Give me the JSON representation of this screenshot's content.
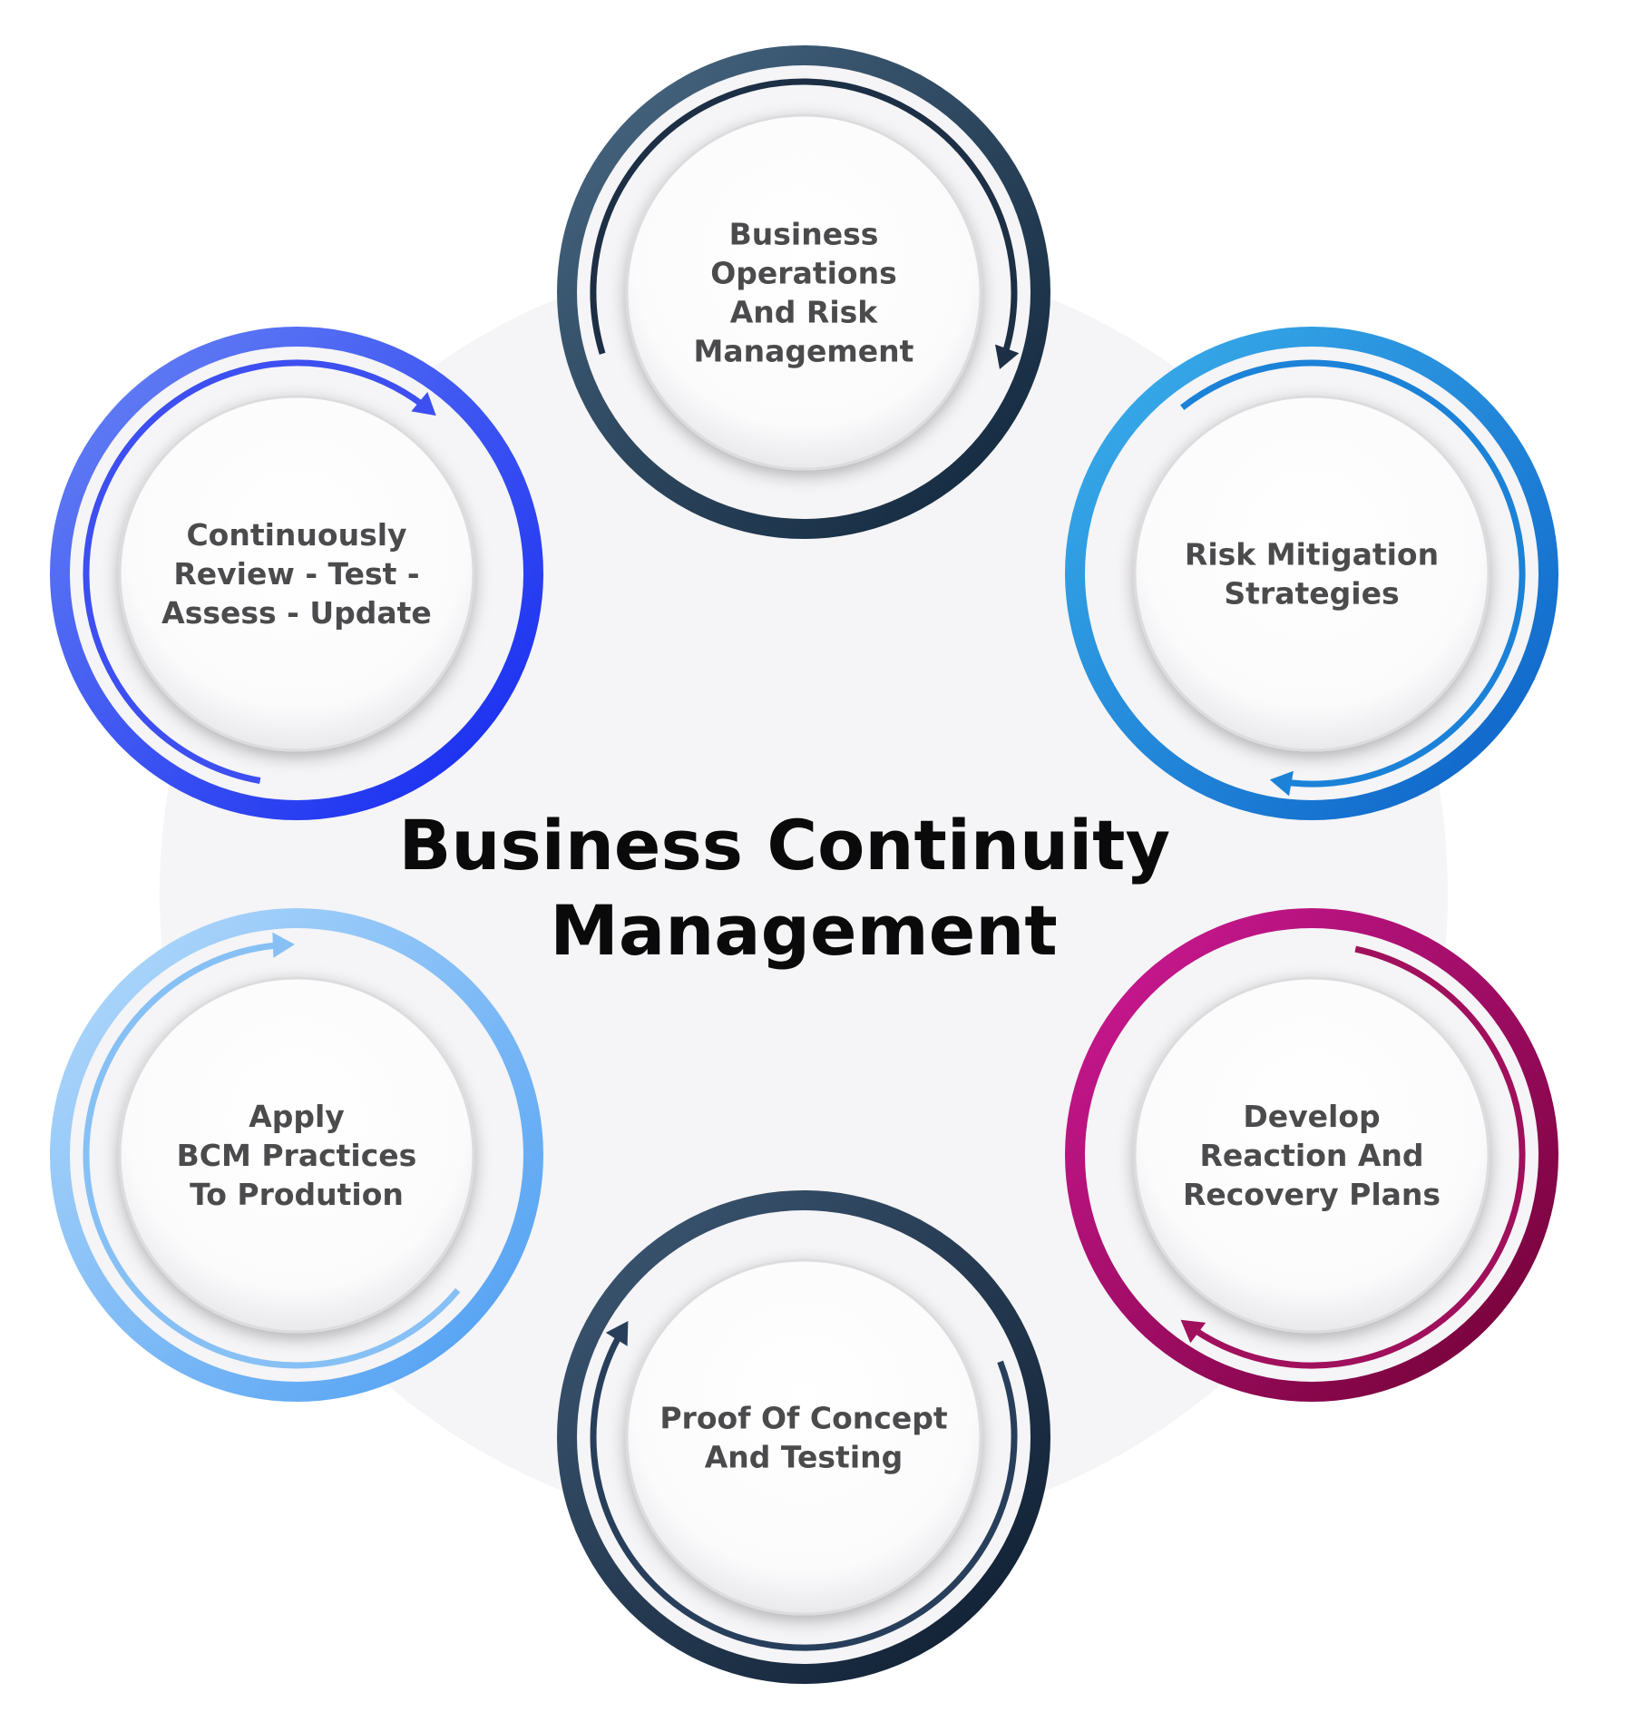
{
  "title": {
    "line1": "Business Continuity",
    "line2": "Management"
  },
  "nodes": [
    {
      "id": "business-operations",
      "lines": [
        "Business",
        "Operations",
        "And Risk",
        "Management"
      ],
      "color_light": "#4a6a85",
      "color_dark": "#0f2338",
      "arrow_color": "#1c2f45"
    },
    {
      "id": "risk-mitigation",
      "lines": [
        "Risk Mitigation",
        "Strategies"
      ],
      "color_light": "#3cb2ec",
      "color_dark": "#0b5fc7",
      "arrow_color": "#1b82d8"
    },
    {
      "id": "develop-reaction",
      "lines": [
        "Develop",
        "Reaction And",
        "Recovery Plans"
      ],
      "color_light": "#d11a9a",
      "color_dark": "#6e0030",
      "arrow_color": "#a0105c"
    },
    {
      "id": "proof-of-concept",
      "lines": [
        "Proof Of Concept",
        "And Testing"
      ],
      "color_light": "#3f5a76",
      "color_dark": "#0c1b2e",
      "arrow_color": "#283f5c"
    },
    {
      "id": "apply-bcm",
      "lines": [
        "Apply",
        "BCM Practices",
        "To Prodution"
      ],
      "color_light": "#b7dcfb",
      "color_dark": "#4a9cf2",
      "arrow_color": "#86c0f5"
    },
    {
      "id": "continuously-review",
      "lines": [
        "Continuously",
        "Review - Test -",
        "Assess - Update"
      ],
      "color_light": "#6a86f4",
      "color_dark": "#1226f0",
      "arrow_color": "#3d4ff0"
    }
  ],
  "colors": {
    "background": "#ffffff",
    "hub": "#f5f4f6",
    "node_face": "#ffffff",
    "node_text": "#4b4b4d",
    "title_text": "#0a0a0a"
  }
}
